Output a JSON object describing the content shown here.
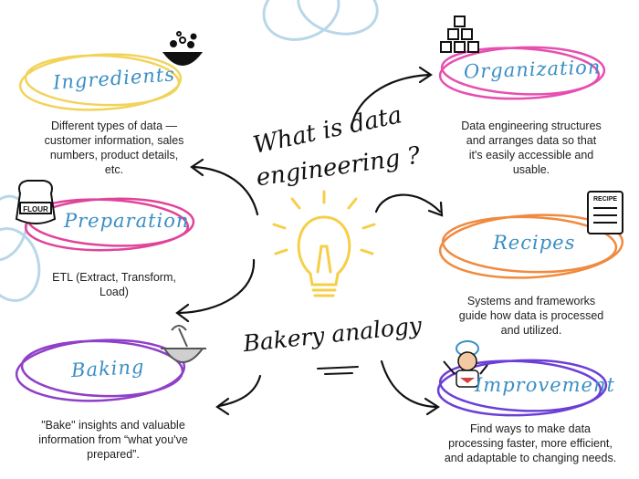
{
  "center": {
    "title_line1": "What is data",
    "title_line2": "engineering ?",
    "subtitle": "Bakery analogy"
  },
  "topics": {
    "ingredients": {
      "label": "Ingredients",
      "text_lines": [
        "Different types of data —",
        "customer information, sales",
        "numbers, product details,",
        "etc."
      ]
    },
    "preparation": {
      "label": "Preparation",
      "text_lines": [
        "ETL (Extract, Transform,",
        "Load)"
      ]
    },
    "baking": {
      "label": "Baking",
      "text_lines": [
        "\"Bake\" insights and valuable",
        "information from “what you've",
        "prepared”."
      ]
    },
    "organization": {
      "label": "Organization",
      "text_lines": [
        "Data engineering structures",
        "and arranges data so that",
        "it's easily accessible and",
        "usable."
      ]
    },
    "recipes": {
      "label": "Recipes",
      "text_lines": [
        "Systems and frameworks",
        "guide how data is processed",
        "and utilized."
      ]
    },
    "improvement": {
      "label": "Improvement",
      "text_lines": [
        "Find ways to make data",
        "processing faster, more efficient,",
        "and adaptable to changing needs."
      ]
    }
  },
  "icons": {
    "ingredients": "bowl-icon",
    "preparation": "flour-bag-icon",
    "flour_text": "FLOUR",
    "baking": "mixing-bowl-icon",
    "organization": "stacked-boxes-icon",
    "recipes": "recipe-card-icon",
    "recipe_text": "RECIPE",
    "improvement": "chef-icon",
    "center": "lightbulb-icon"
  },
  "colors": {
    "topic_text": "#3a8fc4",
    "ingredients_ring": "#f2d35a",
    "preparation_ring": "#e0449a",
    "baking_ring": "#8f3fc9",
    "organization_ring": "#e64fb0",
    "recipes_ring": "#f08a3e",
    "improvement_ring": "#6c3ed6",
    "bulb": "#f5cf48",
    "decor_circles": "#b8d7e8",
    "ink": "#111111"
  }
}
